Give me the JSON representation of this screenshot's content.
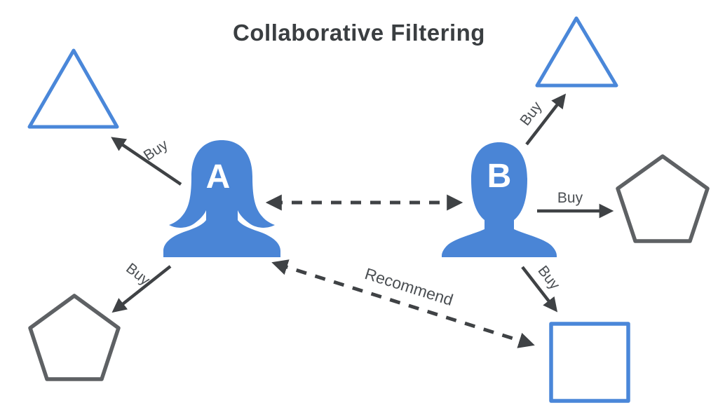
{
  "diagram": {
    "title": "Collaborative Filtering",
    "background": "#ffffff"
  },
  "colors": {
    "title_text": "#3a3e41",
    "person_fill": "#4a85d6",
    "person_letter": "#ffffff",
    "blue_shape_stroke": "#4a87d9",
    "gray_shape_stroke": "#5e6164",
    "arrow": "#3f4245",
    "label_text": "#4b4f53"
  },
  "users": [
    {
      "id": "user-a",
      "label": "A",
      "gender": "female"
    },
    {
      "id": "user-b",
      "label": "B",
      "gender": "male"
    }
  ],
  "items": [
    {
      "id": "triangle-top-left",
      "shape": "triangle",
      "color": "#4a87d9"
    },
    {
      "id": "pentagon-bottom-left",
      "shape": "pentagon",
      "color": "#5e6164"
    },
    {
      "id": "triangle-top-right",
      "shape": "triangle",
      "color": "#4a87d9"
    },
    {
      "id": "pentagon-right",
      "shape": "pentagon",
      "color": "#5e6164"
    },
    {
      "id": "square-bottom-right",
      "shape": "square",
      "color": "#4a87d9"
    }
  ],
  "edges": [
    {
      "from": "user-a",
      "to": "triangle-top-left",
      "label": "Buy",
      "style": "solid"
    },
    {
      "from": "user-a",
      "to": "pentagon-bottom-left",
      "label": "Buy",
      "style": "solid"
    },
    {
      "from": "user-a",
      "to": "user-b",
      "label": "",
      "style": "dashed-double-arrow"
    },
    {
      "from": "user-b",
      "to": "triangle-top-right",
      "label": "Buy",
      "style": "solid"
    },
    {
      "from": "user-b",
      "to": "pentagon-right",
      "label": "Buy",
      "style": "solid"
    },
    {
      "from": "user-b",
      "to": "square-bottom-right",
      "label": "Buy",
      "style": "solid"
    },
    {
      "from": "square-bottom-right",
      "to": "user-a",
      "label": "Recommend",
      "style": "dashed-double-arrow"
    }
  ]
}
